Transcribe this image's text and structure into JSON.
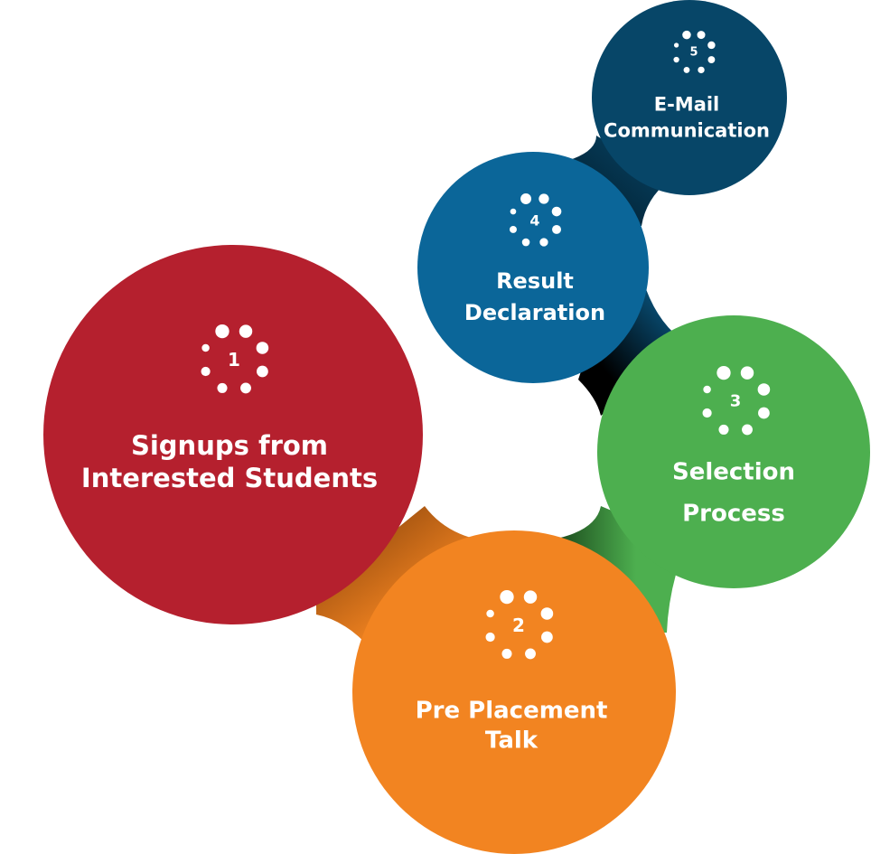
{
  "steps": [
    {
      "number": "1",
      "line1": "Signups from",
      "line2": "Interested Students",
      "color": "#b5202e"
    },
    {
      "number": "2",
      "line1": "Pre Placement",
      "line2": "Talk",
      "color": "#f28421"
    },
    {
      "number": "3",
      "line1": "Selection",
      "line2": "Process",
      "color": "#4daf4f"
    },
    {
      "number": "4",
      "line1": "Result",
      "line2": "Declaration",
      "color": "#0b6699"
    },
    {
      "number": "5",
      "line1": "E-Mail",
      "line2": "Communication",
      "color": "#074668"
    }
  ]
}
